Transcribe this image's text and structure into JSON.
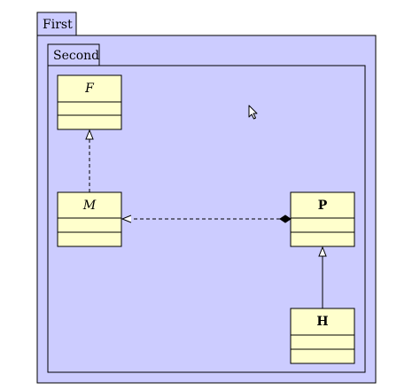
{
  "colors": {
    "package_fill": "#ccccff",
    "class_fill": "#ffffcc",
    "stroke": "#000000",
    "page_bg": "#ffffff"
  },
  "packages": {
    "outer": {
      "label": "First"
    },
    "inner": {
      "label": "Second"
    }
  },
  "classes": {
    "F": {
      "name": "F",
      "style": "italic"
    },
    "M": {
      "name": "M",
      "style": "italic"
    },
    "P": {
      "name": "P",
      "style": "bold"
    },
    "H": {
      "name": "H",
      "style": "bold"
    }
  },
  "relations": [
    {
      "from": "M",
      "to": "F",
      "kind": "realization",
      "line": "dashed",
      "arrowhead": "hollow-triangle"
    },
    {
      "from": "P",
      "to": "M",
      "kind": "dependency-composition",
      "line": "dashed",
      "arrowhead": "open-arrow",
      "tail": "filled-diamond"
    },
    {
      "from": "H",
      "to": "P",
      "kind": "generalization",
      "line": "solid",
      "arrowhead": "hollow-triangle"
    }
  ],
  "cursor": {
    "icon": "mouse-pointer-icon"
  }
}
